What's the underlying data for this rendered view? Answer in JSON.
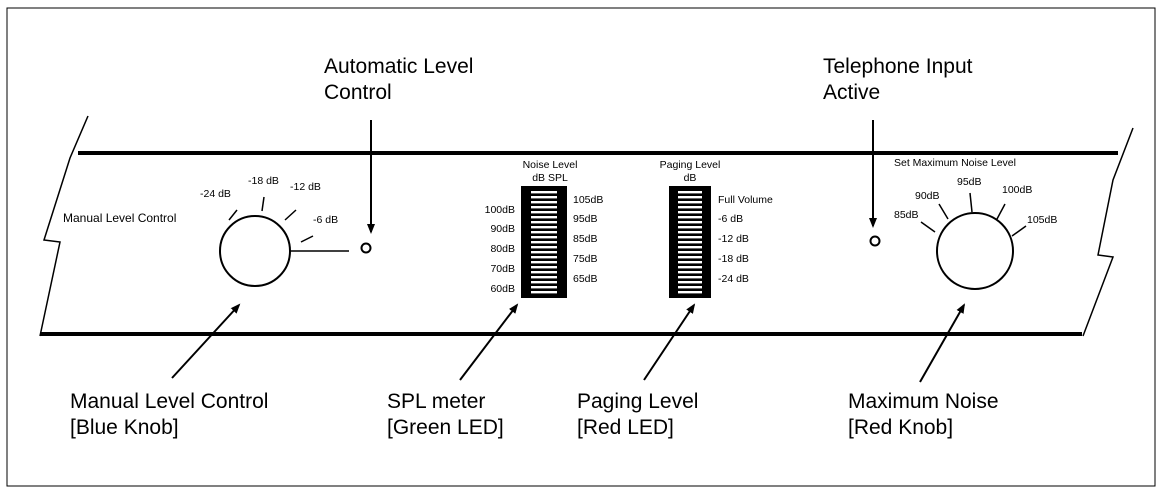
{
  "callouts": {
    "alc": {
      "line1": "Automatic Level",
      "line2": "Control"
    },
    "tel": {
      "line1": "Telephone Input",
      "line2": "Active"
    },
    "manual": {
      "line1": "Manual Level Control",
      "line2": "[Blue Knob]"
    },
    "spl": {
      "line1": "SPL meter",
      "line2": "[Green LED]"
    },
    "paging": {
      "line1": "Paging Level",
      "line2": "[Red LED]"
    },
    "maxnoise": {
      "line1": "Maximum Noise",
      "line2": "[Red Knob]"
    }
  },
  "panel": {
    "manual_knob": {
      "label": "Manual Level Control",
      "ticks": [
        "-24 dB",
        "-18 dB",
        "-12 dB",
        "-6 dB"
      ]
    },
    "noise_meter": {
      "title1": "Noise Level",
      "title2": "dB SPL",
      "left": [
        "100dB",
        "90dB",
        "80dB",
        "70dB",
        "60dB"
      ],
      "right": [
        "105dB",
        "95dB",
        "85dB",
        "75dB",
        "65dB"
      ]
    },
    "paging_meter": {
      "title1": "Paging Level",
      "title2": "dB",
      "right": [
        "Full Volume",
        "-6 dB",
        "-12 dB",
        "-18 dB",
        "-24 dB"
      ]
    },
    "max_knob": {
      "title": "Set Maximum Noise Level",
      "ticks": [
        "85dB",
        "90dB",
        "95dB",
        "100dB",
        "105dB"
      ]
    }
  },
  "colors": {
    "ink": "#000000",
    "background": "#ffffff"
  }
}
